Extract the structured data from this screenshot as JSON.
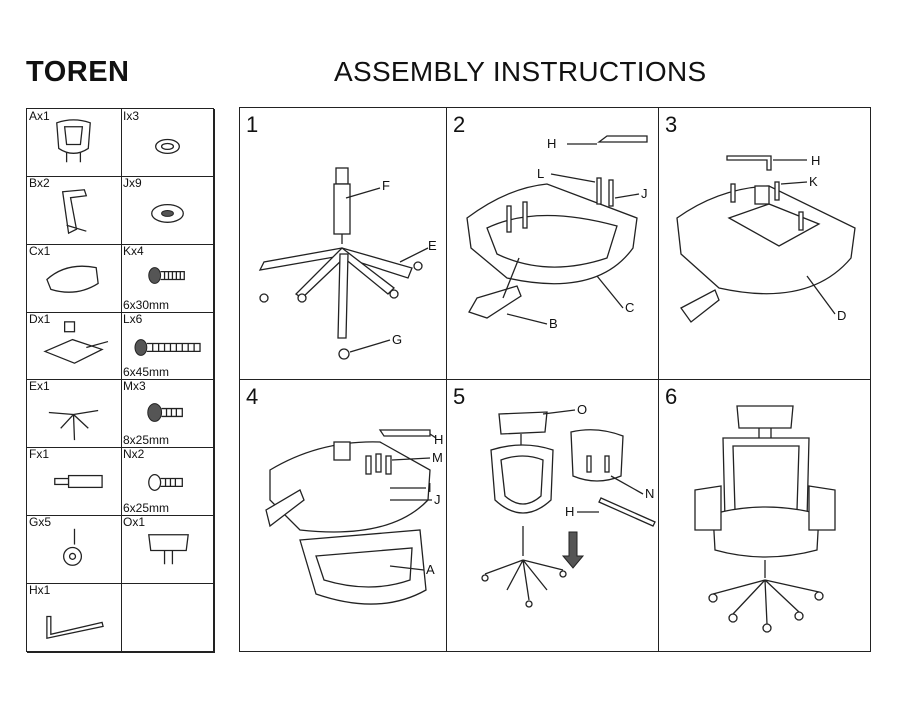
{
  "header": {
    "brand": "TOREN",
    "title": "ASSEMBLY INSTRUCTIONS"
  },
  "parts": [
    {
      "code": "Ax1",
      "size": "",
      "icon": "backrest-frame-icon"
    },
    {
      "code": "Ix3",
      "size": "",
      "icon": "spring-washer-icon"
    },
    {
      "code": "Bx2",
      "size": "",
      "icon": "armrest-icon"
    },
    {
      "code": "Jx9",
      "size": "",
      "icon": "flat-washer-icon"
    },
    {
      "code": "Cx1",
      "size": "",
      "icon": "seat-cushion-icon"
    },
    {
      "code": "Kx4",
      "size": "6x30mm",
      "icon": "bolt-icon"
    },
    {
      "code": "Dx1",
      "size": "",
      "icon": "seat-mechanism-icon"
    },
    {
      "code": "Lx6",
      "size": "6x45mm",
      "icon": "bolt-icon"
    },
    {
      "code": "Ex1",
      "size": "",
      "icon": "five-star-base-icon"
    },
    {
      "code": "Mx3",
      "size": "8x25mm",
      "icon": "bolt-icon"
    },
    {
      "code": "Fx1",
      "size": "",
      "icon": "gas-lift-icon"
    },
    {
      "code": "Nx2",
      "size": "6x25mm",
      "icon": "bolt-icon"
    },
    {
      "code": "Gx5",
      "size": "",
      "icon": "caster-wheel-icon"
    },
    {
      "code": "Ox1",
      "size": "",
      "icon": "headrest-icon"
    },
    {
      "code": "Hx1",
      "size": "",
      "icon": "allen-key-icon"
    },
    {
      "code": "",
      "size": "",
      "icon": ""
    }
  ],
  "steps": [
    {
      "number": "1",
      "callouts": [
        "F",
        "E",
        "G"
      ]
    },
    {
      "number": "2",
      "callouts": [
        "H",
        "L",
        "J",
        "C",
        "B"
      ]
    },
    {
      "number": "3",
      "callouts": [
        "H",
        "K",
        "D"
      ]
    },
    {
      "number": "4",
      "callouts": [
        "H",
        "M",
        "I",
        "J",
        "A"
      ]
    },
    {
      "number": "5",
      "callouts": [
        "O",
        "N",
        "H"
      ]
    },
    {
      "number": "6",
      "callouts": []
    }
  ]
}
